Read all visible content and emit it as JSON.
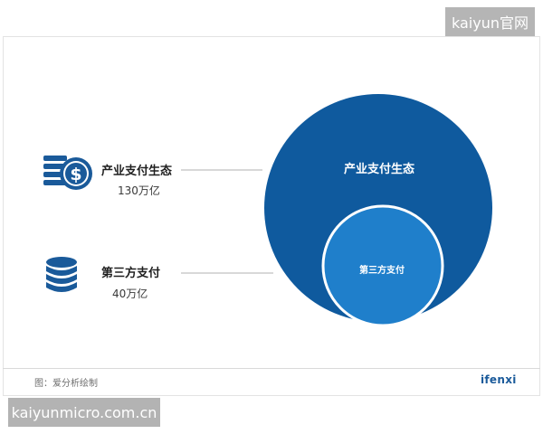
{
  "watermark_top": "kaiyun官网",
  "watermark_bottom": "kaiyunmicro.com.cn",
  "items": [
    {
      "label": "产业支付生态",
      "value": "130万亿",
      "icon": "coins-dollar-icon"
    },
    {
      "label": "第三方支付",
      "value": "40万亿",
      "icon": "coin-stack-icon"
    }
  ],
  "circles": {
    "outer_label": "产业支付生态",
    "inner_label": "第三方支付"
  },
  "footer": {
    "caption": "图：爱分析绘制",
    "brand": "ifenxi"
  },
  "colors": {
    "outer_circle": "#0f5a9e",
    "inner_circle": "#1f7fcb",
    "icon": "#1a5a9a",
    "connector": "#b0b0b0"
  }
}
